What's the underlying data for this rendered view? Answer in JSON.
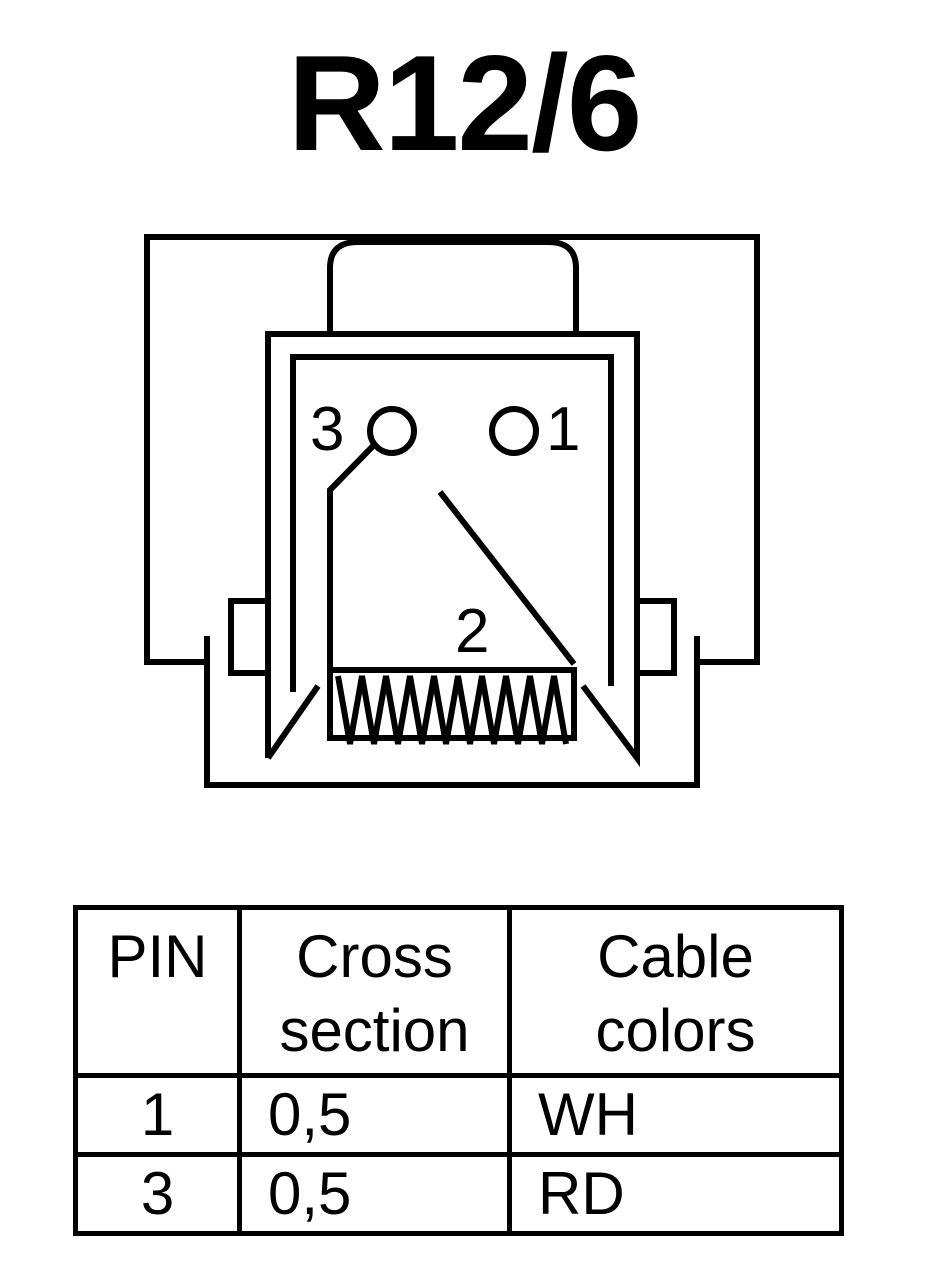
{
  "title": "R12/6",
  "pin_labels": {
    "pin3": "3",
    "pin1": "1",
    "pin2": "2"
  },
  "table": {
    "headers": {
      "pin": "PIN",
      "cross_section": [
        "Cross",
        "section"
      ],
      "cable_colors": [
        "Cable",
        "colors"
      ]
    },
    "rows": [
      {
        "pin": "1",
        "cross_section": "0,5",
        "color": "WH"
      },
      {
        "pin": "3",
        "cross_section": "0,5",
        "color": "RD"
      }
    ]
  }
}
